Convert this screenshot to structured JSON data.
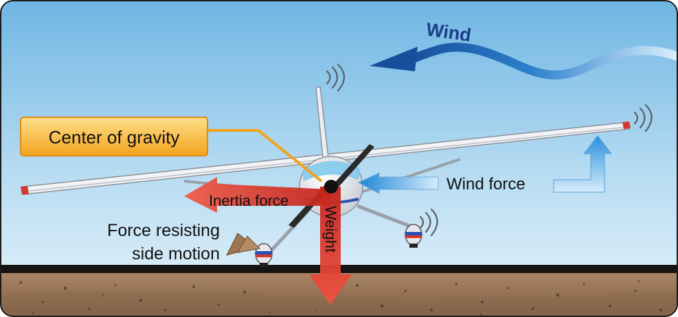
{
  "labels": {
    "wind": "Wind",
    "center_of_gravity": "Center of gravity",
    "wind_force": "Wind force",
    "inertia_force": "Inertia force",
    "weight": "Weight",
    "resisting_line1": "Force resisting",
    "resisting_line2": "side motion"
  },
  "colors": {
    "sky_top": "#6fb6e3",
    "sky_bottom": "#e6f3fb",
    "ground": "#9b7a5c",
    "force_red": "#e8473d",
    "cg_box": "#f6a623",
    "wind_blue": "#1a5fb4"
  },
  "icons": [
    "propeller-icon",
    "tire-chock-icon",
    "wind-arrow-icon"
  ]
}
